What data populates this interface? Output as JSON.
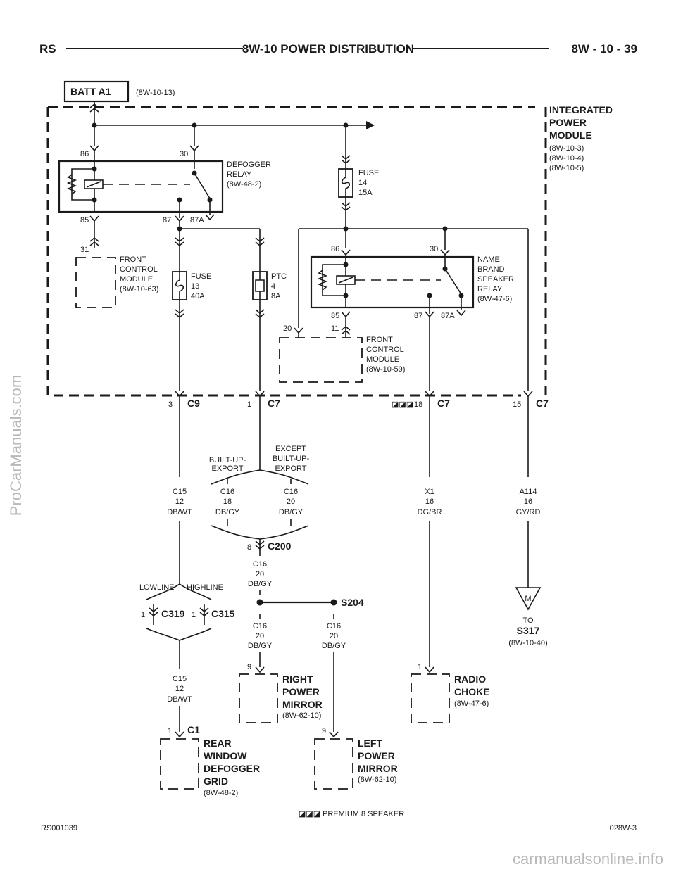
{
  "header": {
    "left": "RS",
    "title": "8W-10 POWER DISTRIBUTION",
    "right": "8W - 10 - 39"
  },
  "batt": {
    "label": "BATT A1",
    "ref": "(8W-10-13)"
  },
  "ipm": {
    "l1": "INTEGRATED",
    "l2": "POWER",
    "l3": "MODULE",
    "r1": "(8W-10-3)",
    "r2": "(8W-10-4)",
    "r3": "(8W-10-5)"
  },
  "defogger_relay": {
    "l1": "DEFOGGER",
    "l2": "RELAY",
    "l3": "(8W-48-2)",
    "p86": "86",
    "p30": "30",
    "p85": "85",
    "p87": "87",
    "p87a": "87A"
  },
  "fuse14": {
    "l1": "FUSE",
    "l2": "14",
    "l3": "15A"
  },
  "fcm1": {
    "pin": "31",
    "l1": "FRONT",
    "l2": "CONTROL",
    "l3": "MODULE",
    "l4": "(8W-10-63)"
  },
  "fuse13": {
    "l1": "FUSE",
    "l2": "13",
    "l3": "40A"
  },
  "ptc4": {
    "l1": "PTC",
    "l2": "4",
    "l3": "8A"
  },
  "speaker_relay": {
    "l1": "NAME",
    "l2": "BRAND",
    "l3": "SPEAKER",
    "l4": "RELAY",
    "l5": "(8W-47-6)",
    "p86": "86",
    "p30": "30",
    "p85": "85",
    "p87": "87",
    "p87a": "87A"
  },
  "fcm2": {
    "pin20": "20",
    "pin11": "11",
    "l1": "FRONT",
    "l2": "CONTROL",
    "l3": "MODULE",
    "l4": "(8W-10-59)"
  },
  "connectors": {
    "c9": {
      "pin": "3",
      "name": "C9"
    },
    "c7a": {
      "pin": "1",
      "name": "C7"
    },
    "c7b": {
      "sym": "◪◪◪",
      "pin": "18",
      "name": "C7"
    },
    "c7c": {
      "pin": "15",
      "name": "C7"
    }
  },
  "wires": {
    "c15a": {
      "l1": "C15",
      "l2": "12",
      "l3": "DB/WT"
    },
    "c16a": {
      "l1": "C16",
      "l2": "18",
      "l3": "DB/GY"
    },
    "c16b": {
      "l1": "C16",
      "l2": "20",
      "l3": "DB/GY"
    },
    "x1": {
      "l1": "X1",
      "l2": "16",
      "l3": "DG/BR"
    },
    "a114": {
      "l1": "A114",
      "l2": "16",
      "l3": "GY/RD"
    },
    "c16c": {
      "l1": "C16",
      "l2": "20",
      "l3": "DB/GY"
    },
    "c16d": {
      "l1": "C16",
      "l2": "20",
      "l3": "DB/GY"
    },
    "c16e": {
      "l1": "C16",
      "l2": "20",
      "l3": "DB/GY"
    },
    "c15b": {
      "l1": "C15",
      "l2": "12",
      "l3": "DB/WT"
    }
  },
  "options": {
    "bue_l1": "BUILT-UP-",
    "bue_l2": "EXPORT",
    "ex_l1": "EXCEPT",
    "ex_l2": "BUILT-UP-",
    "ex_l3": "EXPORT",
    "lowline": "LOWLINE",
    "highline": "HIGHLINE"
  },
  "c200": {
    "pin": "8",
    "name": "C200"
  },
  "s204": "S204",
  "c319": {
    "pin": "1",
    "name": "C319"
  },
  "c315": {
    "pin": "1",
    "name": "C315"
  },
  "ground": {
    "sym": "M",
    "to": "TO",
    "name": "S317",
    "ref": "(8W-10-40)"
  },
  "rmirror": {
    "pin": "9",
    "l1": "RIGHT",
    "l2": "POWER",
    "l3": "MIRROR",
    "ref": "(8W-62-10)"
  },
  "choke": {
    "pin": "1",
    "l1": "RADIO",
    "l2": "CHOKE",
    "ref": "(8W-47-6)"
  },
  "rwd": {
    "pin": "1",
    "conn": "C1",
    "l1": "REAR",
    "l2": "WINDOW",
    "l3": "DEFOGGER",
    "l4": "GRID",
    "ref": "(8W-48-2)"
  },
  "lmirror": {
    "pin": "9",
    "l1": "LEFT",
    "l2": "POWER",
    "l3": "MIRROR",
    "ref": "(8W-62-10)"
  },
  "footer": {
    "legend_sym": "◪◪◪",
    "legend_text": "PREMIUM 8 SPEAKER",
    "left": "RS001039",
    "right": "028W-3"
  },
  "watermarks": {
    "side": "ProCarManuals.com",
    "bottom": "carmanualsonline.info"
  }
}
